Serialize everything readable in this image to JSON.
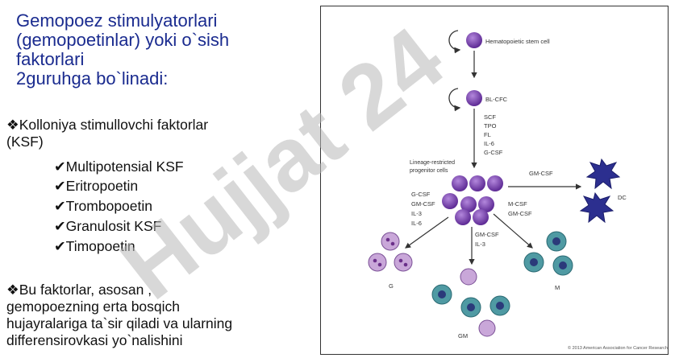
{
  "title": {
    "line1": "Gemopoez stimulyatorlari",
    "line2": "(gemopoetinlar) yoki o`sish",
    "line3": "faktorlari",
    "line4": "2guruhga bo`linadi:"
  },
  "bullet_symbol": "❖",
  "check_symbol": "✔",
  "intro": {
    "line1": "Kolloniya stimullovchi faktorlar",
    "line2": "(KSF)"
  },
  "items": [
    "Multipotensial KSF",
    "Eritropoetin",
    "Trombopoetin",
    "Granulosit KSF",
    "Timopoetin"
  ],
  "note": {
    "line1": "Bu faktorlar, asosan ,",
    "line2": "gemopoezning erta bosqich",
    "line3": "hujayralariga ta`sir qiladi va ularning",
    "line4": "differensirovkasi yo`nalishini"
  },
  "watermark": {
    "text": "Hujjat 24",
    "color": "#c8b6f0"
  },
  "figure": {
    "stem_cell": "Hematopoietic stem cell",
    "bl_cfc": "BL-CFC",
    "factors": [
      "SCF",
      "TPO",
      "FL",
      "IL-6",
      "G-CSF"
    ],
    "progenitor": [
      "Lineage-restricted",
      "progenitor cells"
    ],
    "gm_csf_dc": "GM-CSF",
    "dc": "DC",
    "g_factors": [
      "G-CSF",
      "GM-CSF",
      "IL-3",
      "IL-6"
    ],
    "m_factors": [
      "M-CSF",
      "GM-CSF"
    ],
    "gm_factors": [
      "GM-CSF",
      "IL-3"
    ],
    "g": "G",
    "m": "M",
    "gm": "GM",
    "copyright": "© 2013 American Association for Cancer Research",
    "colors": {
      "cell_purple": "#7a3fb0",
      "dc_blue": "#2c2f8f",
      "granulocyte": "#c9a7d9",
      "macrophage": "#4f9aa3"
    }
  }
}
